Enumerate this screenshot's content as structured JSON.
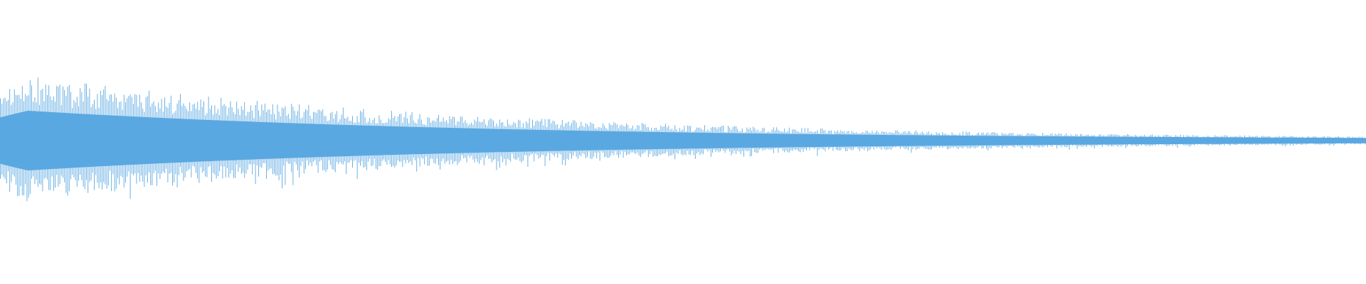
{
  "waveform": {
    "color": "#5aa8e2",
    "background": "#ffffff",
    "amplitude_profile": {
      "peak_level": 0.93,
      "end_level": 0.05,
      "decay": "exponential",
      "core_fraction": 0.45
    }
  }
}
